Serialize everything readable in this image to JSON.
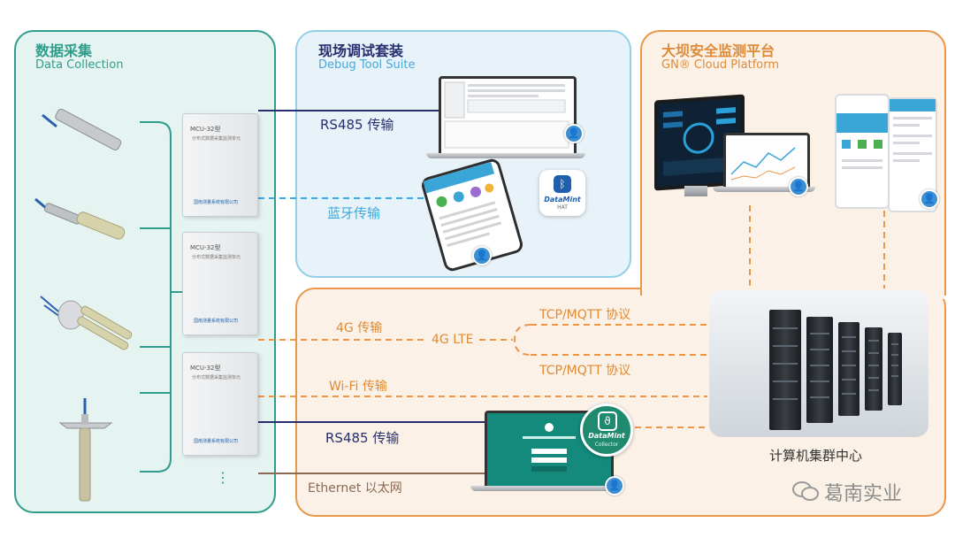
{
  "panels": {
    "data_collection": {
      "title": "数据采集",
      "subtitle": "Data Collection"
    },
    "debug": {
      "title": "现场调试套装",
      "subtitle": "Debug Tool Suite"
    },
    "cloud": {
      "title": "大坝安全监测平台",
      "subtitle": "GN® Cloud Platform"
    }
  },
  "cabinet": {
    "model": "MCU-32型",
    "desc": "分布式数据采集监测单元",
    "footer": "国南测量系统有限公司"
  },
  "ellipsis": "⋮",
  "links": {
    "rs485_top": "RS485 传输",
    "bluetooth": "蓝牙传输",
    "g4": "4G 传输",
    "g4_lte": "4G LTE",
    "tcp1": "TCP/MQTT 协议",
    "tcp2": "TCP/MQTT 协议",
    "wifi": "Wi-Fi 传输",
    "rs485_bottom": "RS485 传输",
    "ethernet": "Ethernet 以太网"
  },
  "server": {
    "label": "计算机集群中心"
  },
  "brand": {
    "name": "DataMint",
    "tag_hat": "HAT",
    "tag_collector": "Collector"
  },
  "watermark": {
    "text": "葛南实业"
  },
  "colors": {
    "teal": "#2f9c8c",
    "blue": "#94cfe8",
    "orange": "#e9974a",
    "navy": "#27306f",
    "brown": "#8a6a54"
  }
}
